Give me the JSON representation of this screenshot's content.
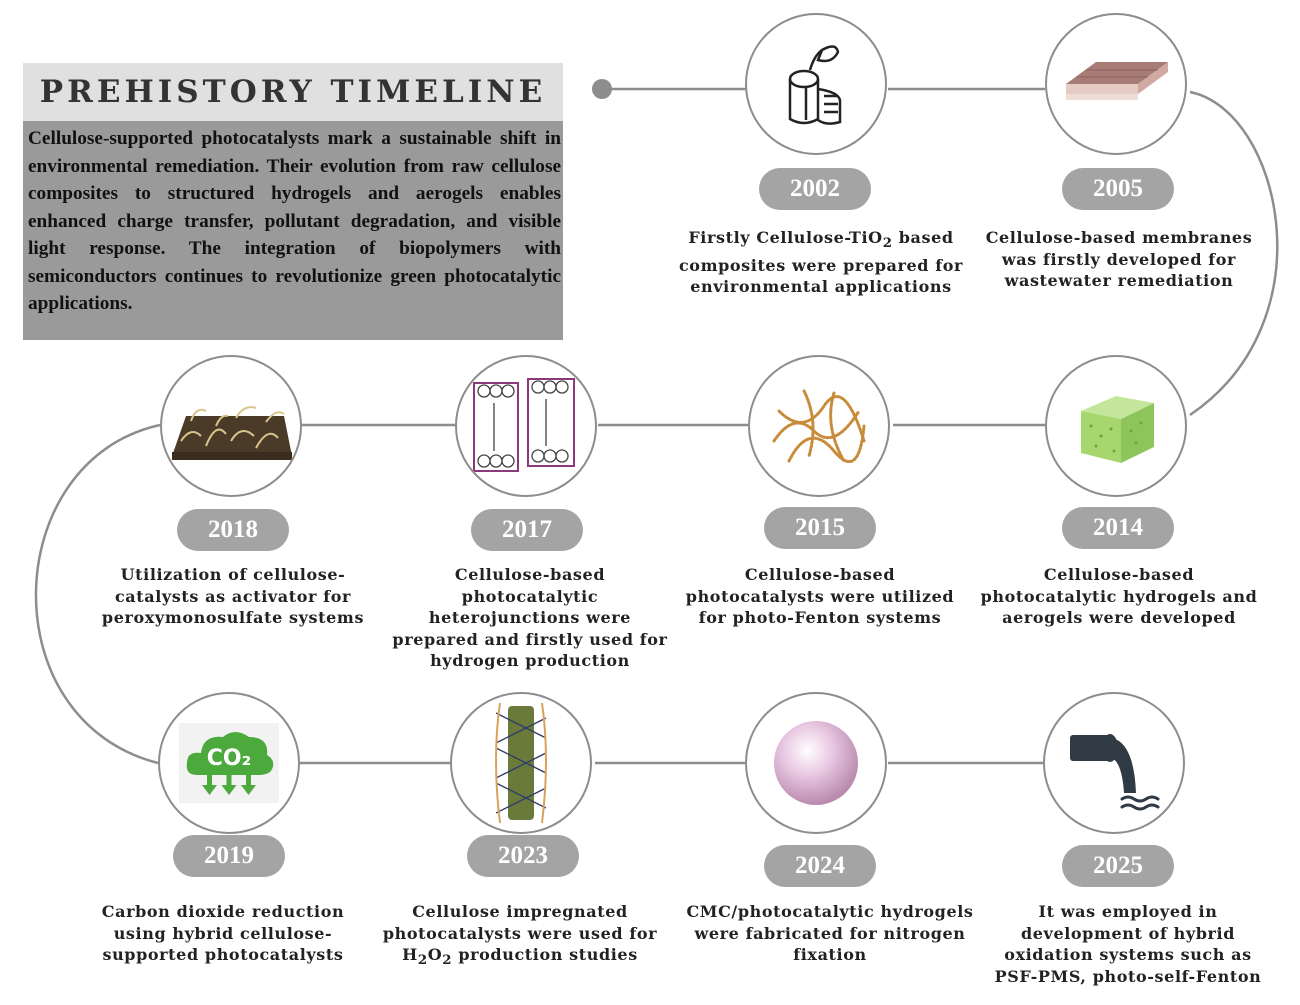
{
  "header": {
    "title": "PREHISTORY TIMELINE",
    "body": "Cellulose-supported photocatalysts mark a sustainable shift in environmental remediation. Their evolution from raw cellulose composites to structured hydrogels and aerogels enables enhanced charge transfer, pollutant degradation, and visible light response. The integration of biopolymers with semiconductors continues to revolutionize green photocatalytic applications."
  },
  "colors": {
    "line": "#8d8d8d",
    "badge": "#a4a4a4",
    "header_bg": "#9a9a9a",
    "title_bg": "#e0e0e0"
  },
  "events": [
    {
      "year": "2002",
      "text_pre": "Firstly Cellulose-TiO",
      "sub": "2",
      "text_post": " based composites were prepared for environmental applications",
      "icon": "paper-roll-leaf-icon"
    },
    {
      "year": "2005",
      "text": "Cellulose-based membranes was firstly developed for wastewater remediation",
      "icon": "membrane-layers-icon"
    },
    {
      "year": "2014",
      "text": "Cellulose-based photocatalytic hydrogels and aerogels were developed",
      "icon": "green-sponge-icon"
    },
    {
      "year": "2015",
      "text": "Cellulose-based photocatalysts were utilized for photo-Fenton systems",
      "icon": "fiber-network-icon"
    },
    {
      "year": "2017",
      "text": "Cellulose-based photocatalytic heterojunctions were prepared and firstly used for hydrogen production",
      "icon": "heterojunction-band-icon"
    },
    {
      "year": "2018",
      "text": "Utilization of cellulose-catalysts as activator for peroxymonosulfate systems",
      "icon": "straw-block-icon"
    },
    {
      "year": "2019",
      "text": "Carbon dioxide reduction using hybrid cellulose-supported photocatalysts",
      "icon": "co2-cloud-icon",
      "icon_label": "CO₂"
    },
    {
      "year": "2023",
      "text_pre": "Cellulose impregnated photocatalysts were used for H",
      "sub": "2",
      "mid": "O",
      "sub2": "2",
      "text_post": " production studies",
      "icon": "fiber-bundle-icon"
    },
    {
      "year": "2024",
      "text": "CMC/photocatalytic hydrogels were fabricated for nitrogen fixation",
      "icon": "hydrogel-sphere-icon"
    },
    {
      "year": "2025",
      "text": "It was employed in development of hybrid oxidation systems such as PSF-PMS, photo-self-Fenton",
      "icon": "pipe-discharge-icon"
    }
  ]
}
